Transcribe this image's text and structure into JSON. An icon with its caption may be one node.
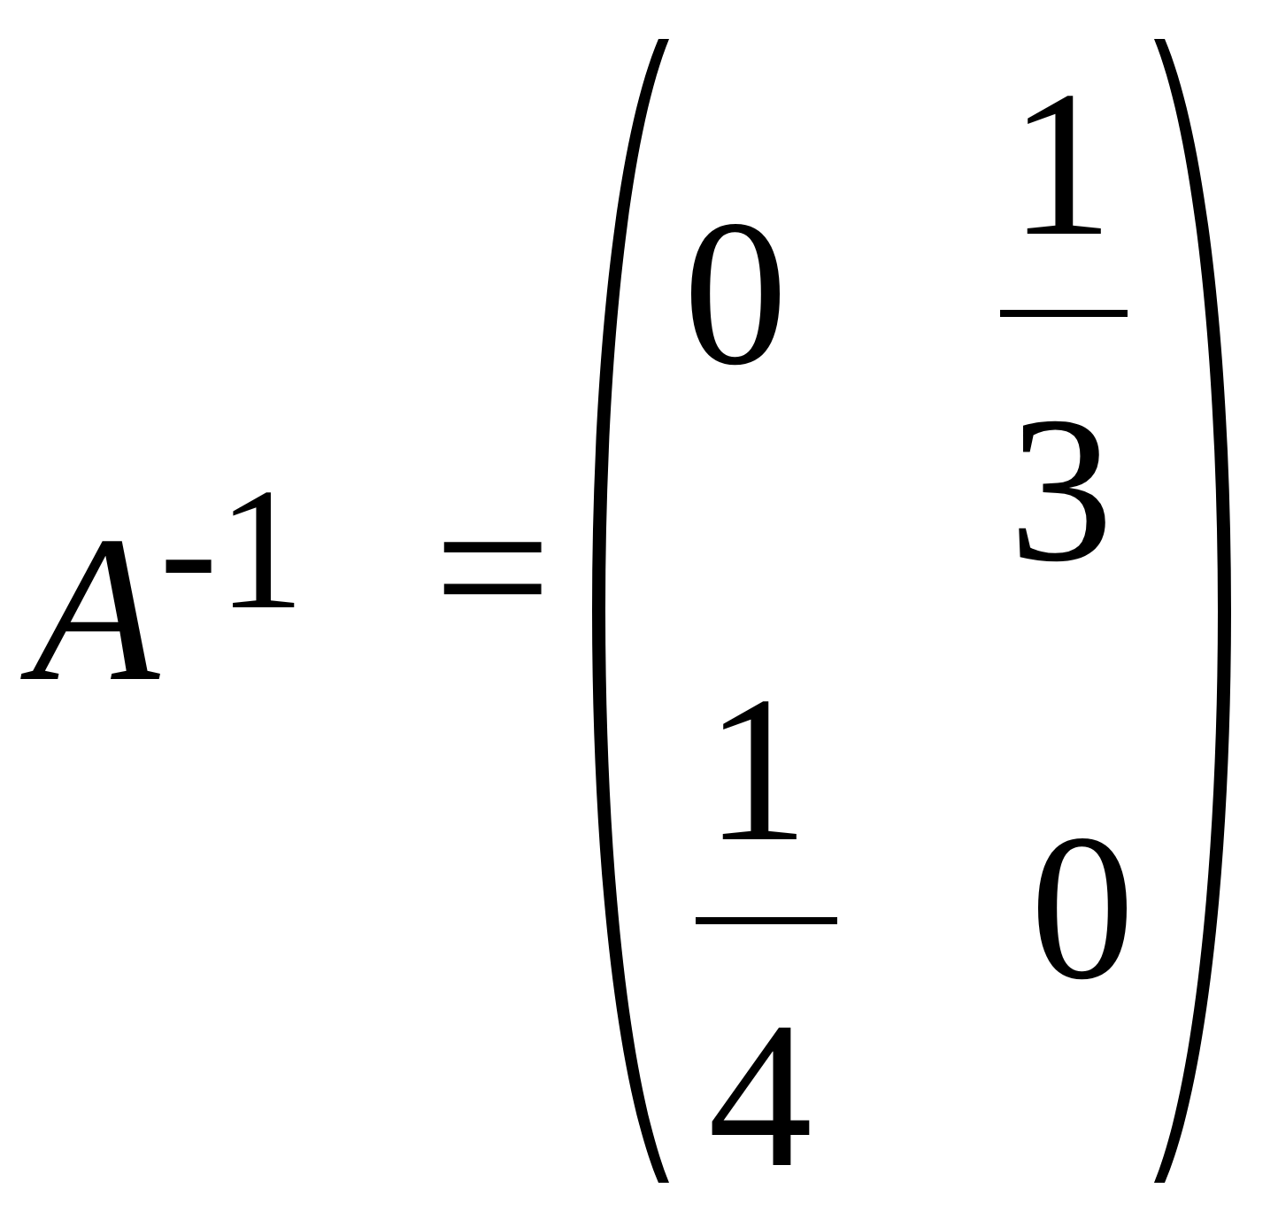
{
  "diagram": {
    "labels": [
      "*A*$^{-1}$",
      "=",
      "0",
      "1",
      "3",
      "1",
      "4",
      "0"
    ]
  }
}
